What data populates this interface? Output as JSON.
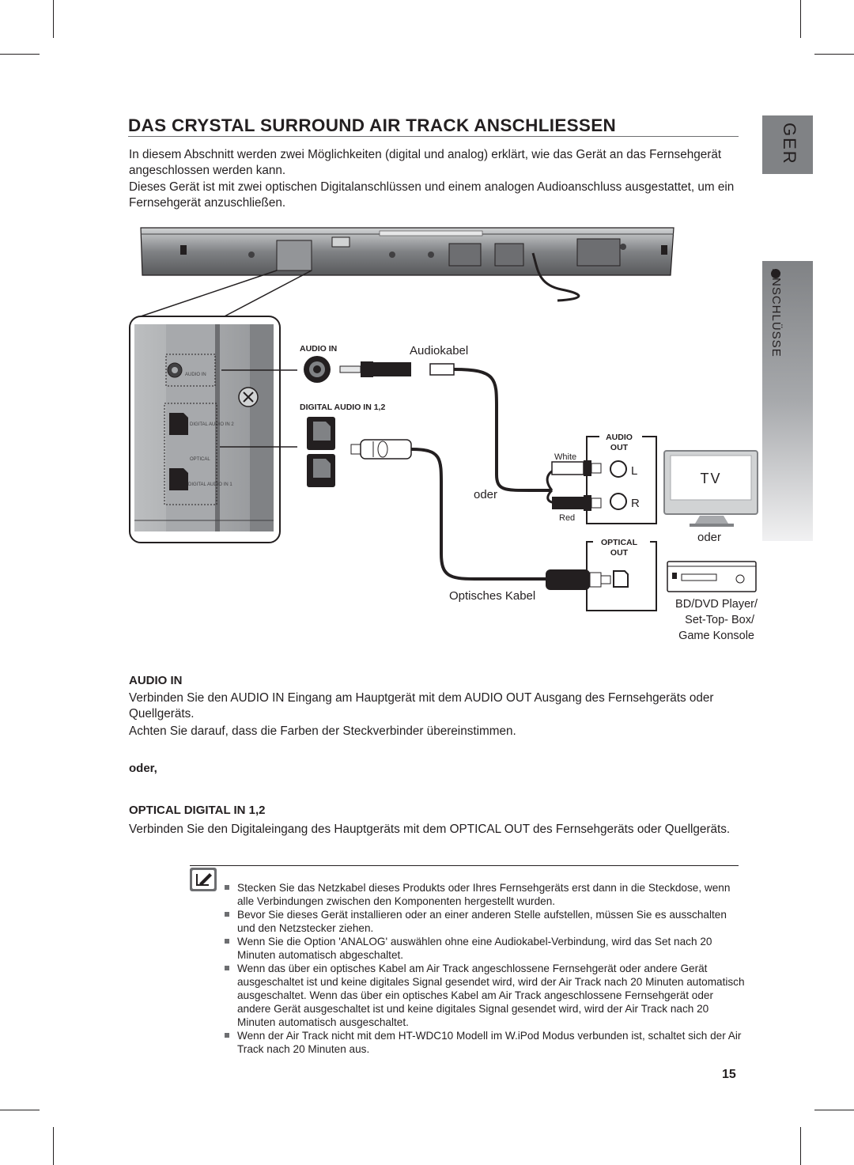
{
  "title": "DAS CRYSTAL SURROUND AIR TRACK ANSCHLIESSEN",
  "language_tab": "GER",
  "section_tab": "ANSCHLÜSSE",
  "intro": [
    "In diesem Abschnitt werden zwei Möglichkeiten (digital und analog) erklärt, wie das Gerät an das Fernsehgerät angeschlossen werden kann.",
    "Dieses Gerät ist mit zwei optischen Digitalanschlüssen und einem analogen Audioanschluss ausgestattet, um ein Fernsehgerät anzuschließen."
  ],
  "diagram": {
    "inset_labels": {
      "audio_in": "AUDIO IN",
      "digital_2": "DIGITAL AUDIO IN 2",
      "optical": "OPTICAL",
      "digital_1": "DIGITAL AUDIO IN 1"
    },
    "port_audio_in": "AUDIO IN",
    "port_digital": "DIGITAL AUDIO IN 1,2",
    "audio_cable": "Audiokabel",
    "or_1": "oder",
    "white": "White",
    "red": "Red",
    "audio_out": [
      "AUDIO",
      "OUT"
    ],
    "left": "L",
    "right": "R",
    "optical_out": [
      "OPTICAL",
      "OUT"
    ],
    "optical_cable": "Optisches Kabel",
    "tv": "TV",
    "or_2": "oder",
    "devices": [
      "BD/DVD Player/",
      "Set-Top- Box/",
      "Game Konsole"
    ]
  },
  "audio_in": {
    "heading": "AUDIO IN",
    "text": [
      "Verbinden Sie den AUDIO IN Eingang am Hauptgerät mit dem AUDIO OUT Ausgang des Fernsehgeräts oder Quellgeräts.",
      "Achten Sie darauf, dass die Farben der Steckverbinder übereinstimmen."
    ]
  },
  "or_heading": "oder,",
  "optical": {
    "heading": "OPTICAL DIGITAL IN 1,2",
    "text": "Verbinden Sie den Digitaleingang des Hauptgeräts mit dem OPTICAL OUT des Fernsehgeräts oder Quellgeräts."
  },
  "notes": [
    "Stecken Sie das Netzkabel dieses Produkts oder Ihres Fernsehgeräts erst dann in die Steckdose, wenn alle Verbindungen zwischen den Komponenten hergestellt wurden.",
    "Bevor Sie dieses Gerät installieren oder an einer anderen Stelle aufstellen, müssen Sie es ausschalten und den Netzstecker ziehen.",
    "Wenn Sie die Option 'ANALOG' auswählen ohne eine Audiokabel-Verbindung, wird das Set nach 20 Minuten automatisch abgeschaltet.",
    "Wenn das über ein optisches Kabel am  Air Track  angeschlossene Fernsehgerät oder andere Gerät ausgeschaltet ist und keine digitales Signal gesendet wird, wird der Air Track nach 20 Minuten automatisch ausgeschaltet. Wenn das über ein optisches Kabel am Air Track angeschlossene Fernsehgerät oder andere Gerät ausgeschaltet ist und keine digitales Signal gesendet wird, wird der Air Track nach 20 Minuten automatisch ausgeschaltet.",
    "Wenn der Air Track nicht mit dem HT-WDC10 Modell im W.iPod Modus verbunden ist, schaltet sich der Air Track nach 20 Minuten aus."
  ],
  "page_number": "15"
}
